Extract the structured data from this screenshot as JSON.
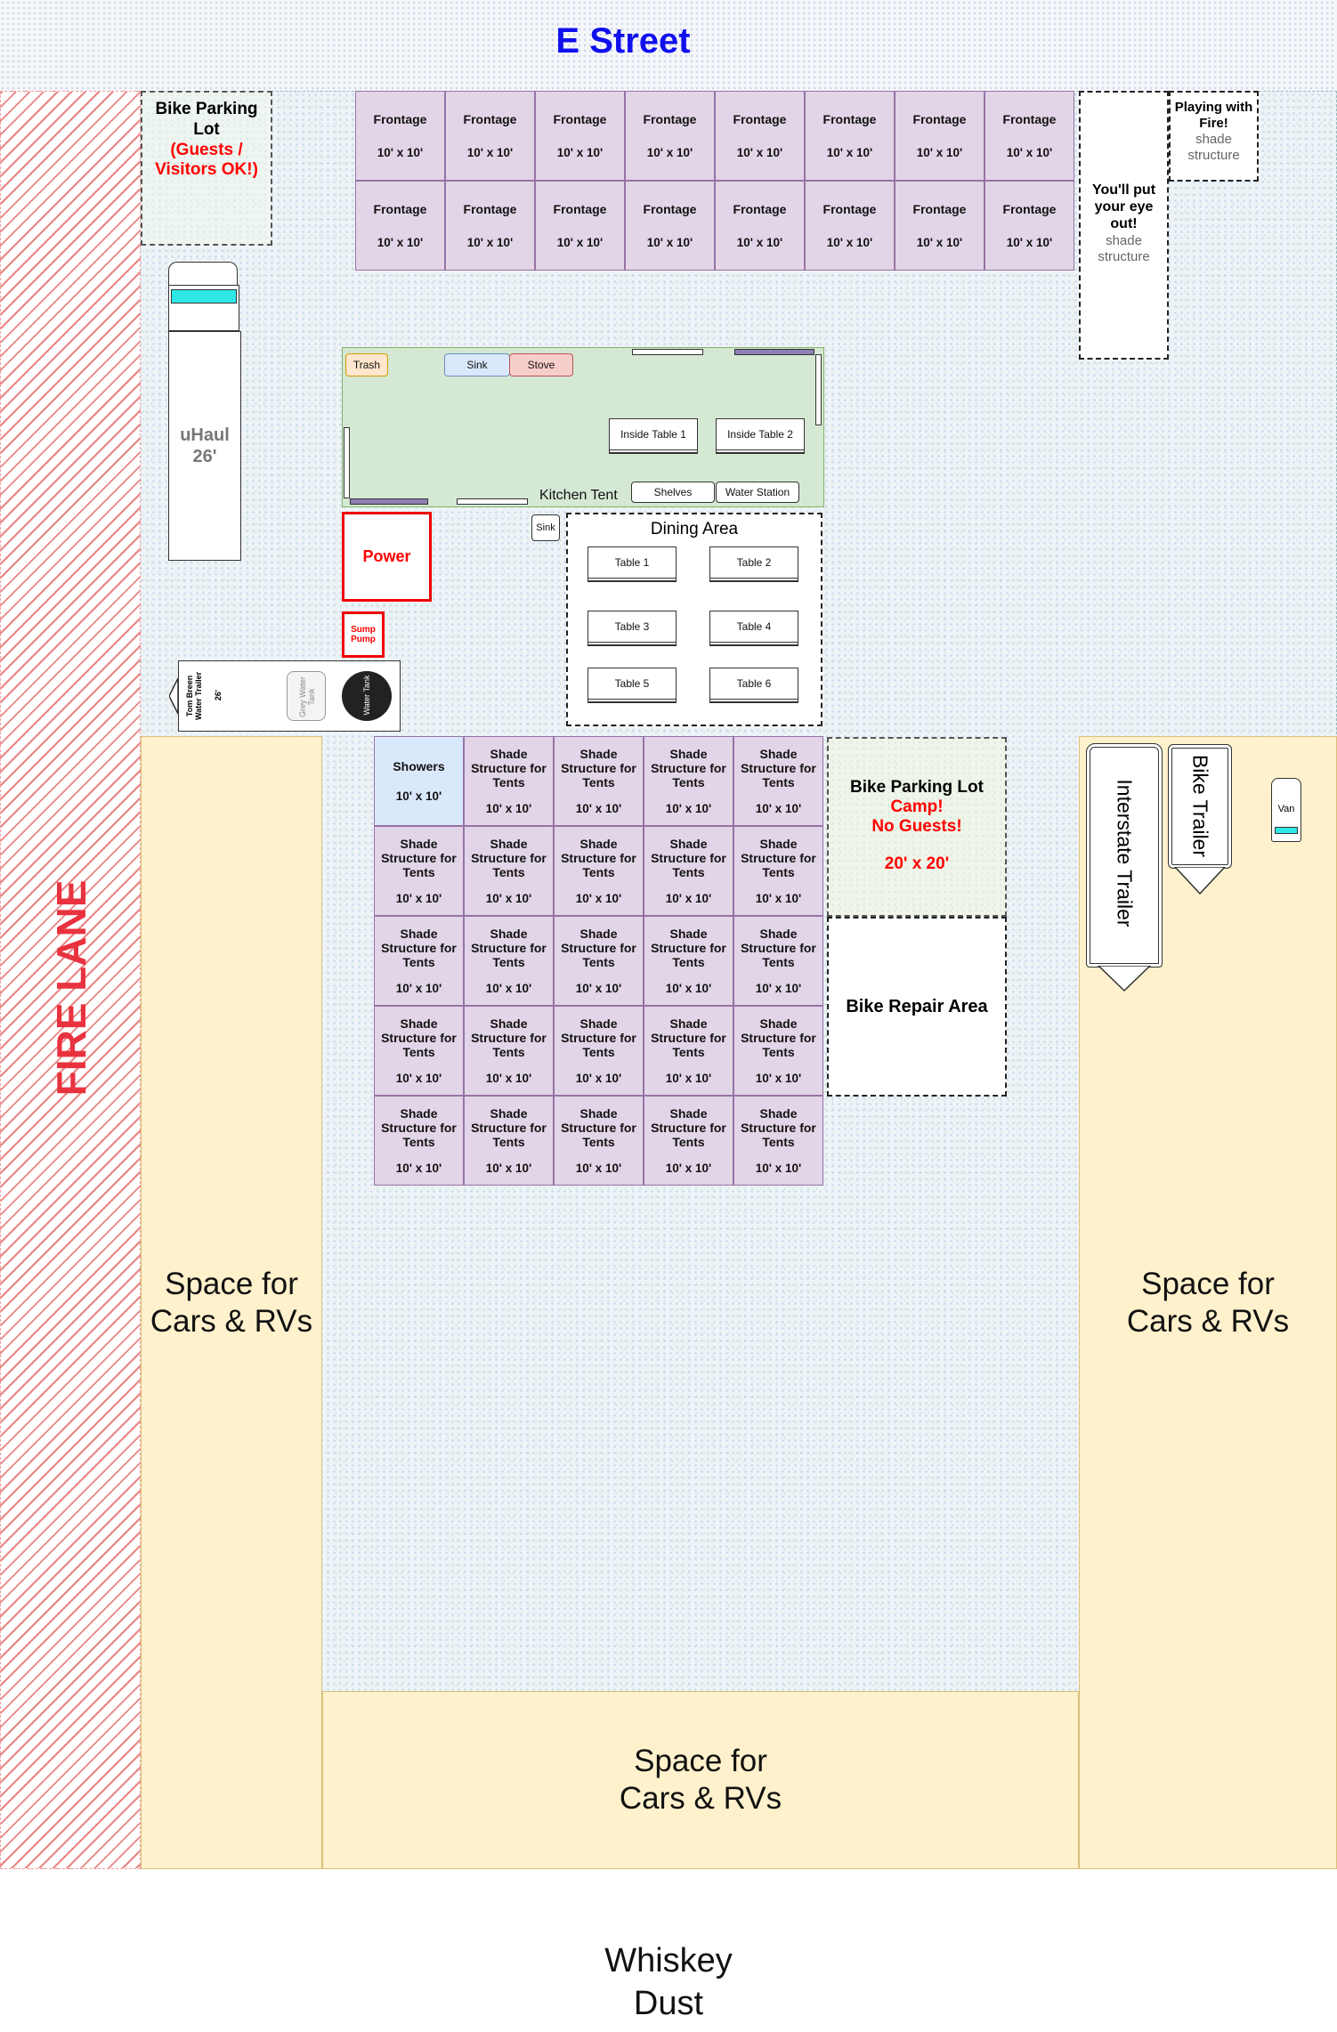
{
  "street_label": "E Street",
  "fire_lane_label": "FIRE LANE",
  "bottom_label": "Whiskey Dust",
  "bike_parking_guests": {
    "title": "Bike Parking Lot",
    "note": "(Guests / Visitors OK!)"
  },
  "frontage_cells": [
    {
      "label": "Frontage",
      "size": "10' x 10'"
    },
    {
      "label": "Frontage",
      "size": "10' x 10'"
    },
    {
      "label": "Frontage",
      "size": "10' x 10'"
    },
    {
      "label": "Frontage",
      "size": "10' x 10'"
    },
    {
      "label": "Frontage",
      "size": "10' x 10'"
    },
    {
      "label": "Frontage",
      "size": "10' x 10'"
    },
    {
      "label": "Frontage",
      "size": "10' x 10'"
    },
    {
      "label": "Frontage",
      "size": "10' x 10'"
    },
    {
      "label": "Frontage",
      "size": "10' x 10'"
    },
    {
      "label": "Frontage",
      "size": "10' x 10'"
    },
    {
      "label": "Frontage",
      "size": "10' x 10'"
    },
    {
      "label": "Frontage",
      "size": "10' x 10'"
    },
    {
      "label": "Frontage",
      "size": "10' x 10'"
    },
    {
      "label": "Frontage",
      "size": "10' x 10'"
    },
    {
      "label": "Frontage",
      "size": "10' x 10'"
    },
    {
      "label": "Frontage",
      "size": "10' x 10'"
    }
  ],
  "eye_out": {
    "title": "You'll put your eye out!",
    "sub": "shade structure"
  },
  "fire_play": {
    "title": "Playing with Fire!",
    "sub": "shade structure"
  },
  "uhaul": {
    "label": "uHaul 26'"
  },
  "kitchen": {
    "label": "Kitchen Tent",
    "trash": "Trash",
    "sink": "Sink",
    "stove": "Stove",
    "inside_table_1": "Inside Table 1",
    "inside_table_2": "Inside Table 2",
    "shelves": "Shelves",
    "water_station": "Water Station"
  },
  "power_label": "Power",
  "sump_pump_label": "Sump Pump",
  "outside_sink_label": "Sink",
  "dining": {
    "title": "Dining Area",
    "tables": [
      "Table 1",
      "Table 2",
      "Table 3",
      "Table 4",
      "Table 5",
      "Table 6"
    ]
  },
  "water_trailer": {
    "name": "Tom Breen Water Trailer",
    "length": "26'",
    "gray_tank": "Grey Water Tank",
    "water_tank": "Water Tank"
  },
  "showers": {
    "label": "Showers",
    "size": "10' x 10'"
  },
  "shade_cells": {
    "label": "Shade Structure for Tents",
    "size": "10' x 10'"
  },
  "bike_parking_camp": {
    "title": "Bike Parking Lot",
    "note1": "Camp!",
    "note2": "No Guests!",
    "size": "20' x 20'"
  },
  "bike_repair": {
    "label": "Bike Repair Area"
  },
  "interstate_trailer": {
    "label": "Interstate Trailer"
  },
  "bike_trailer": {
    "label": "Bike Trailer"
  },
  "van": {
    "label": "Van"
  },
  "parking_left": {
    "label": "Space for\nCars & RVs"
  },
  "parking_right": {
    "label": "Space for\nCars & RVs"
  },
  "parking_bottom": {
    "label": "Space for\nCars & RVs"
  },
  "colors": {
    "street_text": "#1010ee",
    "fire_lane_text": "#e8333f",
    "alert_red": "#ff0000",
    "frontage_fill": "#e1d5e7",
    "shade_fill": "#e1d5e7",
    "showers_fill": "#dae8fc",
    "kitchen_fill": "#d5e8d4",
    "parking_fill": "#fff1cc",
    "water_cyan": "#2ee8e8"
  }
}
